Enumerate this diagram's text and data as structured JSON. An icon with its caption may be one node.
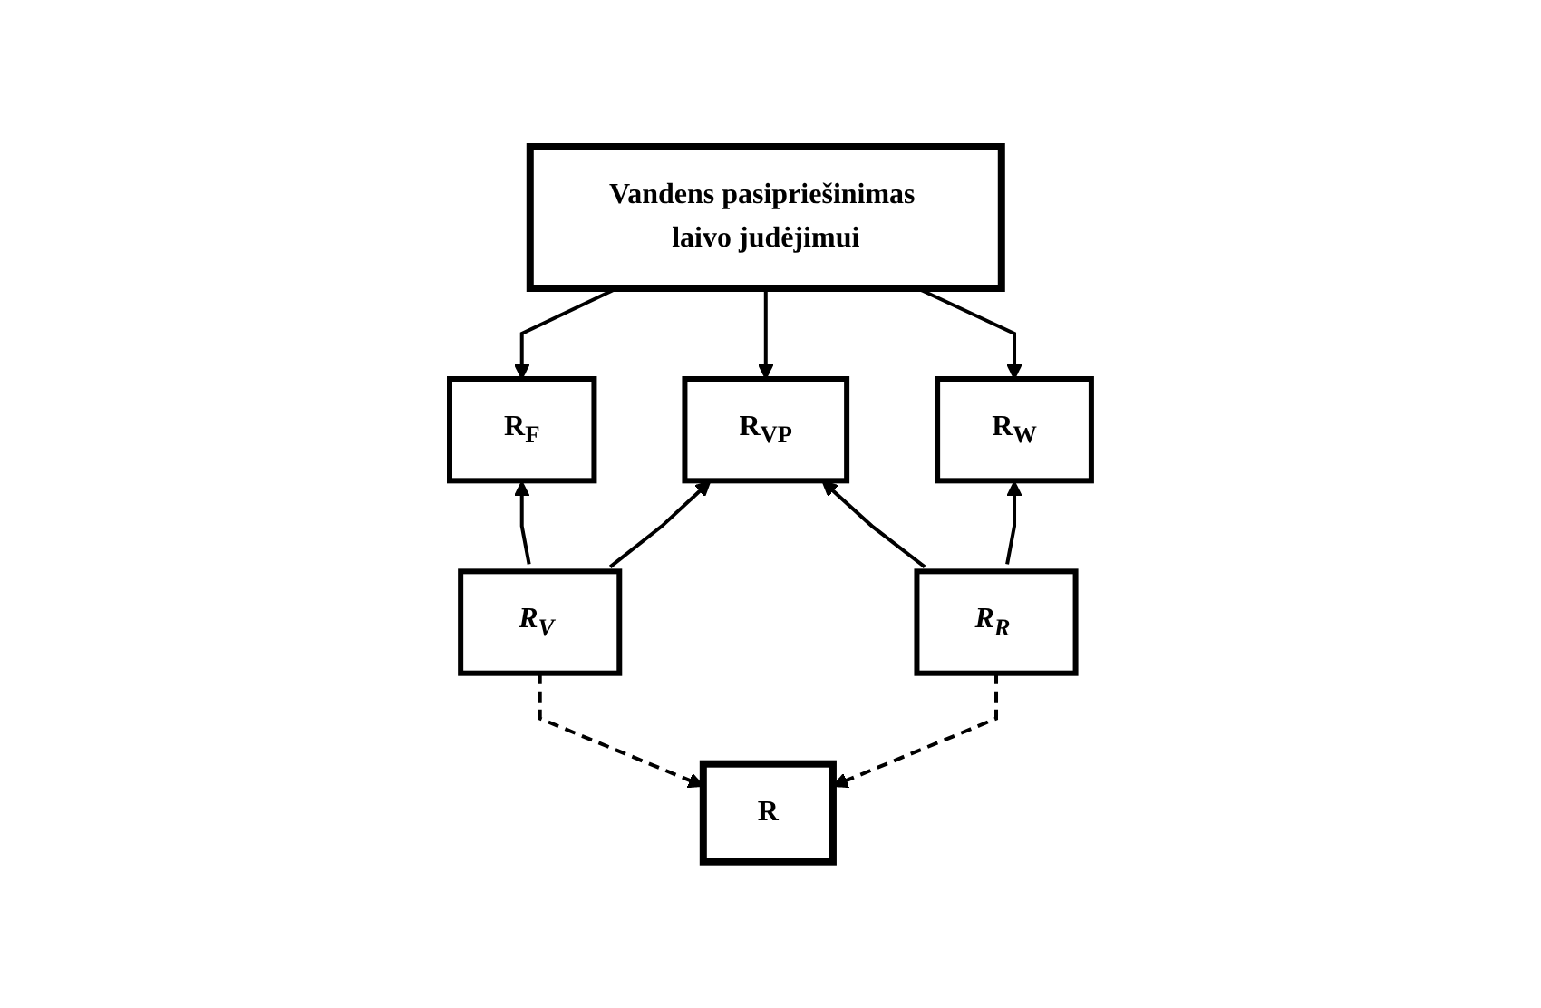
{
  "diagram": {
    "nodes": [
      {
        "text": [
          "Vandens pasipriešinimas laivo judėjimui"
        ]
      },
      {
        "text": [
          "R$_{F}$"
        ]
      },
      {
        "text": [
          "R$_{VP}$"
        ]
      },
      {
        "text": [
          "R$_{W}$"
        ]
      },
      {
        "text": [
          "R$_{V}$"
        ]
      },
      {
        "text": [
          "R$_{R}$"
        ]
      },
      {
        "text": [
          "R"
        ]
      }
    ],
    "edges": [
      {
        "from": 0,
        "to": 1,
        "arrow": "to"
      },
      {
        "from": 0,
        "to": 2,
        "arrow": "to"
      },
      {
        "from": 0,
        "to": 3,
        "arrow": "to"
      },
      {
        "from": 4,
        "to": 1,
        "arrow": "to"
      },
      {
        "from": 4,
        "to": 2,
        "arrow": "to"
      },
      {
        "from": 5,
        "to": 2,
        "arrow": "to"
      },
      {
        "from": 5,
        "to": 3,
        "arrow": "to"
      },
      {
        "from": 4,
        "to": 6,
        "arrow": "to",
        "style": "dashed"
      },
      {
        "from": 5,
        "to": 6,
        "arrow": "to",
        "style": "dashed"
      }
    ]
  }
}
